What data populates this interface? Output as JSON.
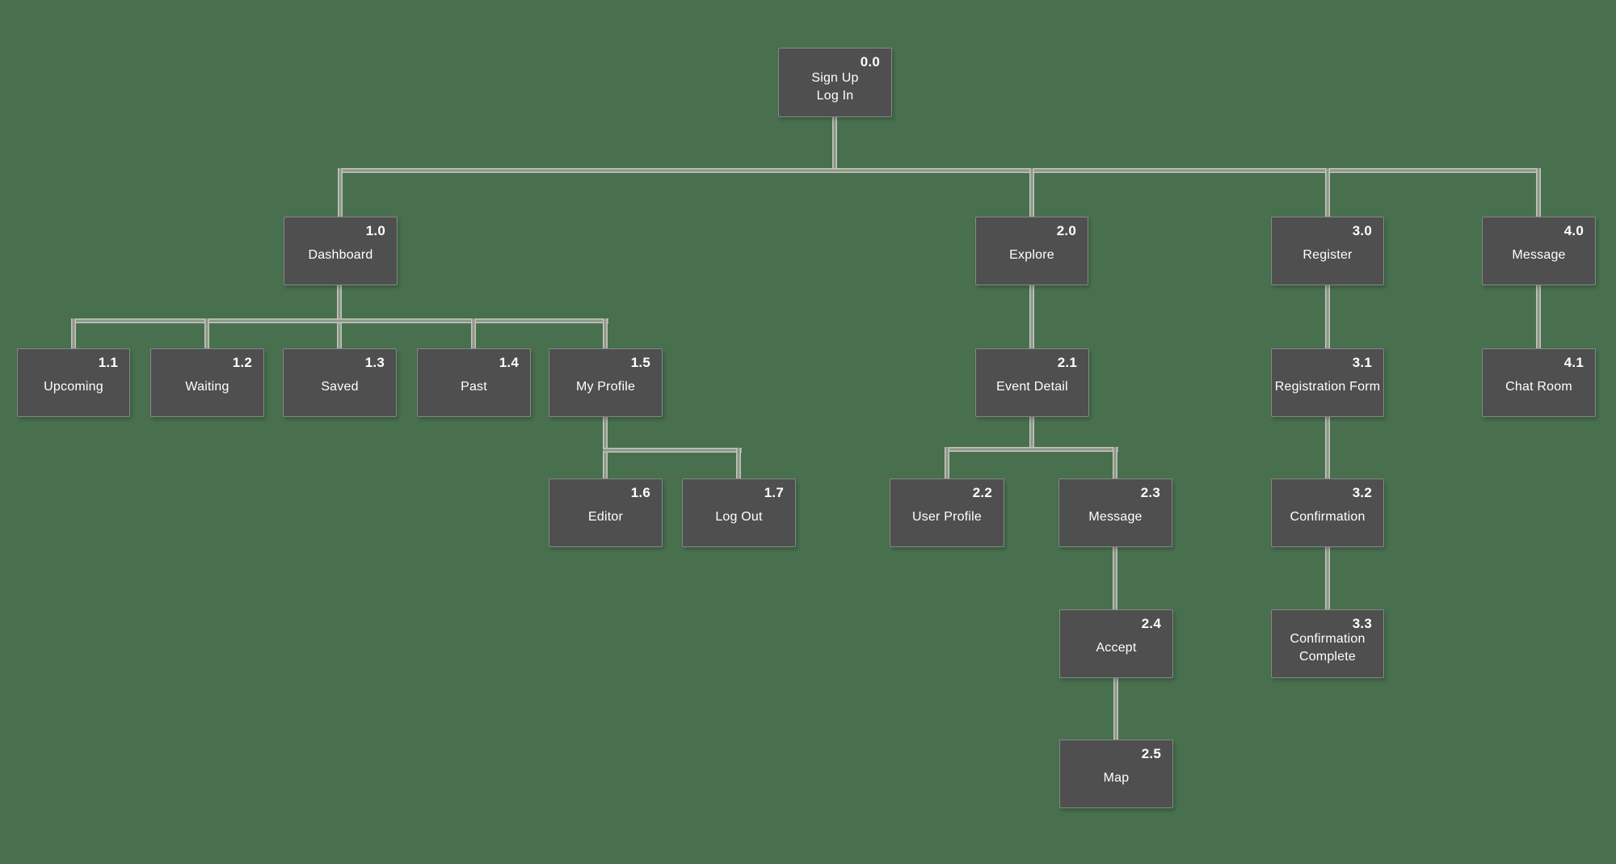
{
  "diagram": {
    "type": "sitemap-flowchart",
    "colors": {
      "background": "#48704F",
      "node_fill": "#4F4F4F",
      "node_text": "#FFFFFF",
      "connector_light": "#C2C7BB",
      "connector_mid": "#8E958A"
    }
  },
  "nodes": {
    "n00": {
      "number": "0.0",
      "label": "Sign Up",
      "label2": "Log In"
    },
    "n10": {
      "number": "1.0",
      "label": "Dashboard"
    },
    "n20": {
      "number": "2.0",
      "label": "Explore"
    },
    "n30": {
      "number": "3.0",
      "label": "Register"
    },
    "n40": {
      "number": "4.0",
      "label": "Message"
    },
    "n11": {
      "number": "1.1",
      "label": "Upcoming"
    },
    "n12": {
      "number": "1.2",
      "label": "Waiting"
    },
    "n13": {
      "number": "1.3",
      "label": "Saved"
    },
    "n14": {
      "number": "1.4",
      "label": "Past"
    },
    "n15": {
      "number": "1.5",
      "label": "My Profile"
    },
    "n21": {
      "number": "2.1",
      "label": "Event Detail"
    },
    "n31": {
      "number": "3.1",
      "label": "Registration Form"
    },
    "n41": {
      "number": "4.1",
      "label": "Chat Room"
    },
    "n16": {
      "number": "1.6",
      "label": "Editor"
    },
    "n17": {
      "number": "1.7",
      "label": "Log Out"
    },
    "n22": {
      "number": "2.2",
      "label": "User Profile"
    },
    "n23": {
      "number": "2.3",
      "label": "Message"
    },
    "n32": {
      "number": "3.2",
      "label": "Confirmation"
    },
    "n24": {
      "number": "2.4",
      "label": "Accept"
    },
    "n33": {
      "number": "3.3",
      "label": "Confirmation",
      "label2": "Complete"
    },
    "n25": {
      "number": "2.5",
      "label": "Map"
    }
  },
  "edges": [
    {
      "from": "0.0",
      "to": "1.0"
    },
    {
      "from": "0.0",
      "to": "2.0"
    },
    {
      "from": "0.0",
      "to": "3.0"
    },
    {
      "from": "0.0",
      "to": "4.0"
    },
    {
      "from": "1.0",
      "to": "1.1"
    },
    {
      "from": "1.0",
      "to": "1.2"
    },
    {
      "from": "1.0",
      "to": "1.3"
    },
    {
      "from": "1.0",
      "to": "1.4"
    },
    {
      "from": "1.0",
      "to": "1.5"
    },
    {
      "from": "1.5",
      "to": "1.6"
    },
    {
      "from": "1.5",
      "to": "1.7"
    },
    {
      "from": "2.0",
      "to": "2.1"
    },
    {
      "from": "2.1",
      "to": "2.2"
    },
    {
      "from": "2.1",
      "to": "2.3"
    },
    {
      "from": "2.3",
      "to": "2.4"
    },
    {
      "from": "2.4",
      "to": "2.5"
    },
    {
      "from": "3.0",
      "to": "3.1"
    },
    {
      "from": "3.1",
      "to": "3.2"
    },
    {
      "from": "3.2",
      "to": "3.3"
    },
    {
      "from": "4.0",
      "to": "4.1"
    }
  ]
}
